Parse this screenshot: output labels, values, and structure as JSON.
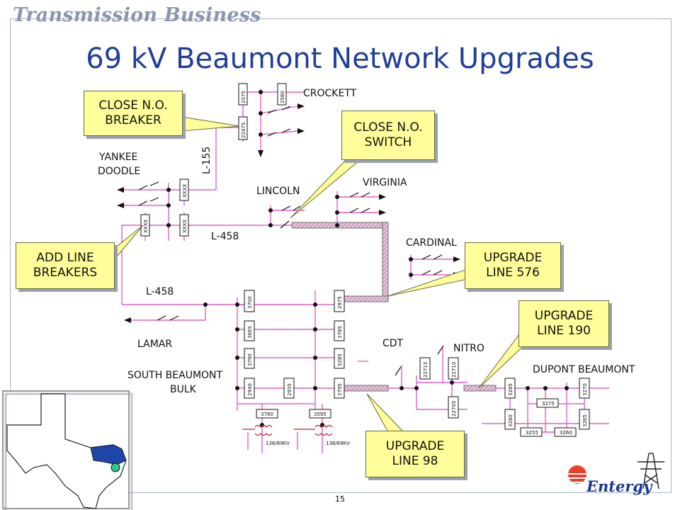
{
  "header": {
    "brand": "Transmission Business",
    "title": "69 kV Beaumont Network Upgrades"
  },
  "footer": {
    "page_number": "15",
    "logo_text": "Entergy"
  },
  "callouts": {
    "close_breaker": "CLOSE N.O.\nBREAKER",
    "close_switch": "CLOSE N.O.\nSWITCH",
    "add_line_breakers": "ADD LINE\nBREAKERS",
    "upgrade_576": "UPGRADE\nLINE 576",
    "upgrade_190": "UPGRADE\nLINE 190",
    "upgrade_98": "UPGRADE\nLINE 98"
  },
  "substations": {
    "crockett": "CROCKETT",
    "yankee_line1": "YANKEE",
    "yankee_line2": "DOODLE",
    "lincoln": "LINCOLN",
    "virginia": "VIRGINIA",
    "cardinal": "CARDINAL",
    "lamar": "LAMAR",
    "south_line1": "SOUTH BEAUMONT",
    "south_line2": "BULK",
    "cdt": "CDT",
    "nitro": "NITRO",
    "dupont": "DUPONT BEAUMONT"
  },
  "lines": {
    "l155": "L-155",
    "l458_top": "L-458",
    "l458_bottom": "L-458"
  },
  "breakers": {
    "b2575": "2575",
    "b2580": "2580",
    "b22475": "22475",
    "bxxxx1": "XXXX",
    "bxxxx2": "XXXX",
    "bxxxx3": "XXXX",
    "b3700": "3700",
    "b3665": "3665",
    "b3790": "3790",
    "b2940": "2940",
    "b2935": "2935",
    "b2975": "2975",
    "b3785": "3785",
    "b5285": "5285",
    "b3795": "3795",
    "b3780": "3780",
    "b3595": "3595",
    "b22715": "22715",
    "b22710": "22710",
    "b22705": "22705",
    "b3285": "3285",
    "b3270": "3270",
    "b3275": "3275",
    "b3280": "3280",
    "b3265": "3265",
    "b3255": "3255",
    "b3260": "3260"
  },
  "transformers": {
    "t1": "138/69KV",
    "t2": "138/69KV"
  },
  "colors": {
    "line": "#e060c8",
    "upgrade_fill": "#c8a0b8",
    "callout_fill": "#fffe9a",
    "title_blue": "#1f3f99",
    "map_highlight": "#1f45a8",
    "map_dot": "#2ec68a"
  }
}
